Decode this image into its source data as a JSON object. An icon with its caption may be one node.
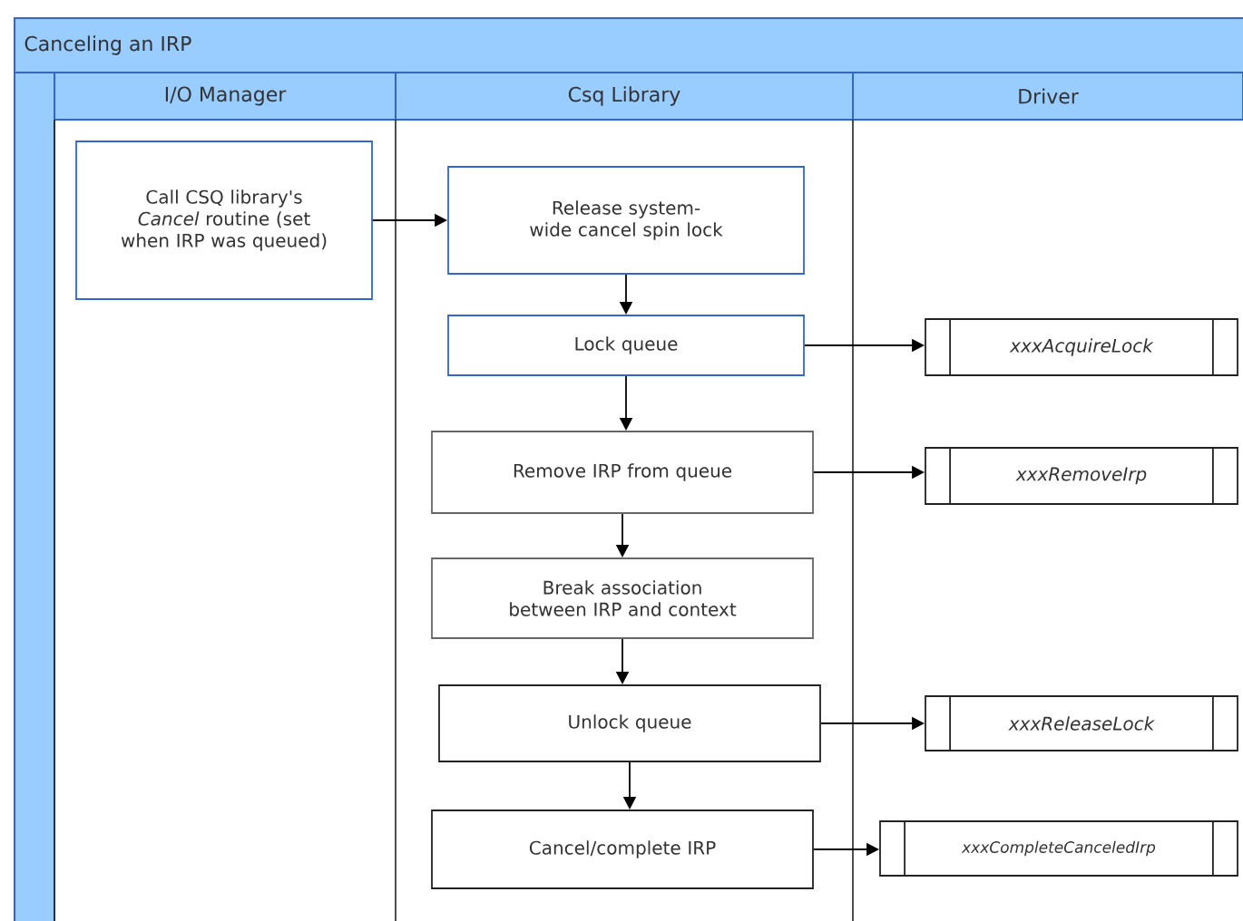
{
  "diagram": {
    "title": "Canceling an IRP",
    "nodes": [
      {
        "text": [
          "I/O Manager"
        ]
      },
      {
        "text": [
          "Csq Library"
        ]
      },
      {
        "text": [
          "Driver"
        ]
      },
      {
        "text": [
          "Call CSQ library's *Cancel* routine (set when IRP was queued)"
        ],
        "in": 0
      },
      {
        "text": [
          "Release system-wide cancel spin lock"
        ],
        "in": 1
      },
      {
        "text": [
          "Lock queue"
        ],
        "in": 1
      },
      {
        "text": [
          "Remove IRP from queue"
        ],
        "in": 1
      },
      {
        "text": [
          "Break association between IRP and context"
        ],
        "in": 1
      },
      {
        "text": [
          "Unlock queue"
        ],
        "in": 1
      },
      {
        "text": [
          "Cancel/complete IRP"
        ],
        "in": 1
      },
      {
        "text": [
          "xxxAcquireLock"
        ],
        "in": 2
      },
      {
        "text": [
          "xxxRemoveIrp"
        ],
        "in": 2
      },
      {
        "text": [
          "xxxReleaseLock"
        ],
        "in": 2
      },
      {
        "text": [
          "xxxCompleteCanceledIrp"
        ],
        "in": 2
      }
    ],
    "edges": [
      {
        "from": 3,
        "to": 4,
        "arrow": "to"
      },
      {
        "from": 4,
        "to": 5,
        "arrow": "to"
      },
      {
        "from": 5,
        "to": 6,
        "arrow": "to"
      },
      {
        "from": 6,
        "to": 7,
        "arrow": "to"
      },
      {
        "from": 7,
        "to": 8,
        "arrow": "to"
      },
      {
        "from": 8,
        "to": 9,
        "arrow": "to"
      },
      {
        "from": 5,
        "to": 10,
        "arrow": "to"
      },
      {
        "from": 6,
        "to": 11,
        "arrow": "to"
      },
      {
        "from": 8,
        "to": 12,
        "arrow": "to"
      },
      {
        "from": 9,
        "to": 13,
        "arrow": "to"
      }
    ]
  }
}
